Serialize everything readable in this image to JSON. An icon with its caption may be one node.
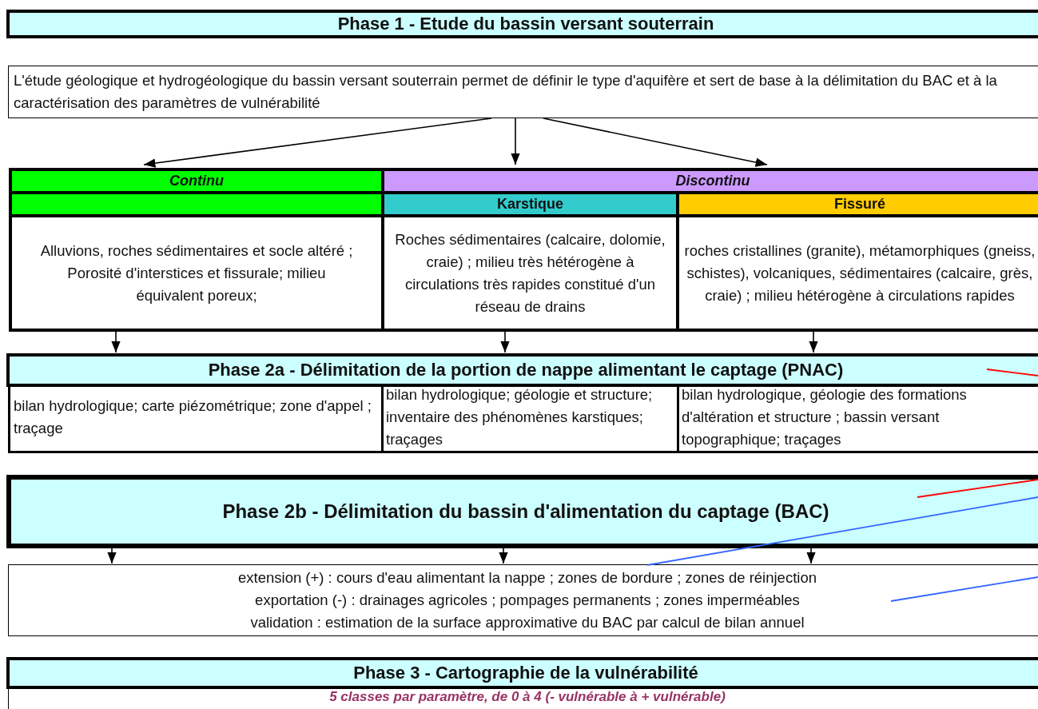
{
  "diagram": {
    "nodes": [
      {
        "text": [
          "Phase 1 - Etude du bassin versant souterrain"
        ]
      },
      {
        "text": [
          "L'étude géologique et hydrogéologique du bassin versant souterrain permet de définir le type d'aquifère et sert de base à la délimitation du BAC et à la caractérisation des paramètres de vulnérabilité"
        ]
      },
      {
        "text": [
          "Continu"
        ]
      },
      {
        "text": [],
        "shape": "bar"
      },
      {
        "text": [
          "Alluvions, roches sédimentaires et socle altéré ; Porosité d'interstices et fissurale; milieu équivalent poreux;"
        ]
      },
      {
        "text": [
          "Discontinu"
        ]
      },
      {
        "text": [
          "Karstique"
        ]
      },
      {
        "text": [
          "Roches sédimentaires (calcaire, dolomie, craie) ; milieu très hétérogène à circulations très rapides constitué d'un réseau de drains"
        ]
      },
      {
        "text": [
          "Fissuré"
        ]
      },
      {
        "text": [
          "roches cristallines (granite), métamorphiques (gneiss, schistes), volcaniques, sédimentaires (calcaire, grès, craie) ; milieu hétérogène à circulations rapides"
        ]
      },
      {
        "text": [
          "Phase 2a - Délimitation de la portion de nappe alimentant le captage (PNAC)"
        ]
      },
      {
        "text": [
          "bilan hydrologique; carte piézométrique; zone d'appel ; traçage"
        ]
      },
      {
        "text": [
          "bilan hydrologique; géologie et structure; inventaire des phénomènes karstiques; traçages"
        ]
      },
      {
        "text": [
          "bilan hydrologique, géologie des formations d'altération et structure ; bassin versant topographique; traçages"
        ]
      },
      {
        "text": [
          "Phase 2b - Délimitation du bassin d'alimentation du captage (BAC)"
        ]
      },
      {
        "text": [
          "extension (+) : cours d'eau alimentant la nappe ; zones de bordure ; zones de réinjection",
          "exportation (-) : drainages agricoles ; pompages permanents ; zones imperméables",
          "validation : estimation de la surface approximative du BAC par calcul de bilan annuel"
        ]
      },
      {
        "text": [
          "Phase 3 - Cartographie de la vulnérabilité"
        ]
      },
      {
        "text": [
          "5 classes par paramètre, de 0 à 4 (- vulnérable à + vulnérable)"
        ]
      }
    ],
    "edges": [
      {
        "from": 1,
        "to": 2,
        "arrow": "to"
      },
      {
        "from": 1,
        "to": 5,
        "arrow": "to"
      },
      {
        "from": 1,
        "to": 5,
        "arrow": "to"
      },
      {
        "from": 4,
        "to": 10,
        "arrow": "to"
      },
      {
        "from": 7,
        "to": 10,
        "arrow": "to"
      },
      {
        "from": 9,
        "to": 10,
        "arrow": "to"
      },
      {
        "from": 14,
        "to": 15,
        "arrow": "to"
      },
      {
        "from": 14,
        "to": 15,
        "arrow": "to"
      },
      {
        "from": 14,
        "to": 15,
        "arrow": "to"
      },
      {
        "from": 10,
        "to": null,
        "arrow": "none",
        "color": "#ff0000"
      },
      {
        "from": 14,
        "to": null,
        "arrow": "none",
        "color": "#ff0000"
      },
      {
        "from": 15,
        "to": 14,
        "arrow": "none",
        "color": "#3366ff"
      },
      {
        "from": 15,
        "to": null,
        "arrow": "none",
        "color": "#3366ff"
      }
    ]
  }
}
